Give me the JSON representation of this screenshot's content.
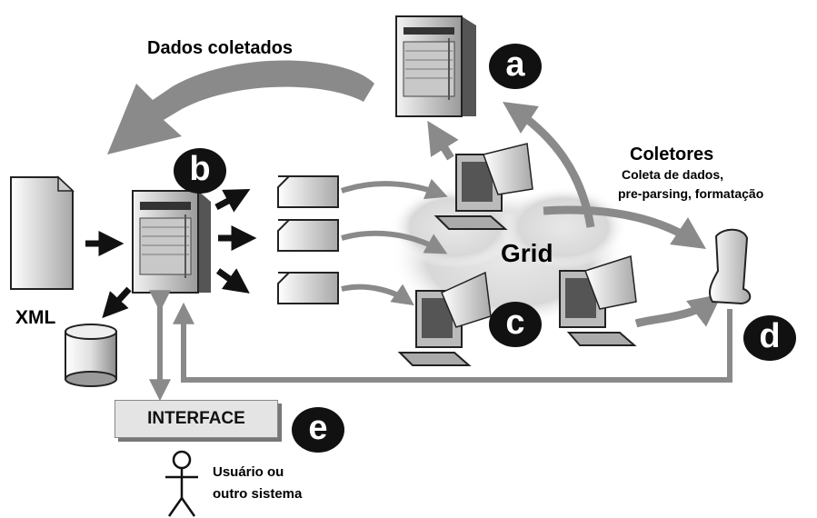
{
  "labels": {
    "dados_coletados": "Dados coletados",
    "coletores_title": "Coletores",
    "coletores_line1": "Coleta de dados,",
    "coletores_line2": "pre-parsing, formatação",
    "grid": "Grid",
    "xml": "XML",
    "interface": "INTERFACE",
    "user_line1": "Usuário ou",
    "user_line2": "outro sistema"
  },
  "badges": {
    "a": "a",
    "b": "b",
    "c": "c",
    "d": "d",
    "e": "e"
  },
  "colors": {
    "arrow_gray": "#8a8a8a",
    "badge": "#111111",
    "panel": "#e4e4e4"
  }
}
